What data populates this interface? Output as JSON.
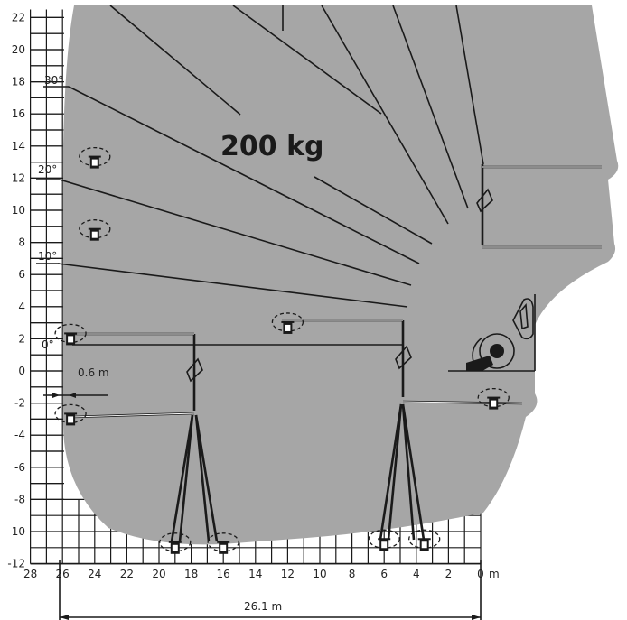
{
  "diagram": {
    "load": "200 kg",
    "y_ticks": [
      "22",
      "20",
      "18",
      "16",
      "14",
      "12",
      "10",
      "8",
      "6",
      "4",
      "2",
      "0",
      "-2",
      "-4",
      "-6",
      "-8",
      "-10",
      "-12"
    ],
    "x_ticks": [
      "28",
      "26",
      "24",
      "22",
      "20",
      "18",
      "16",
      "14",
      "12",
      "10",
      "8",
      "6",
      "4",
      "2",
      "0"
    ],
    "x_unit": "m",
    "angles": [
      "30°",
      "20°",
      "10°",
      "0°"
    ],
    "offset_label": "0.6 m",
    "outreach_label": "26.1 m",
    "colors": {
      "envelope": "#a6a6a6",
      "line": "#1a1a1a",
      "background": "#ffffff"
    }
  }
}
